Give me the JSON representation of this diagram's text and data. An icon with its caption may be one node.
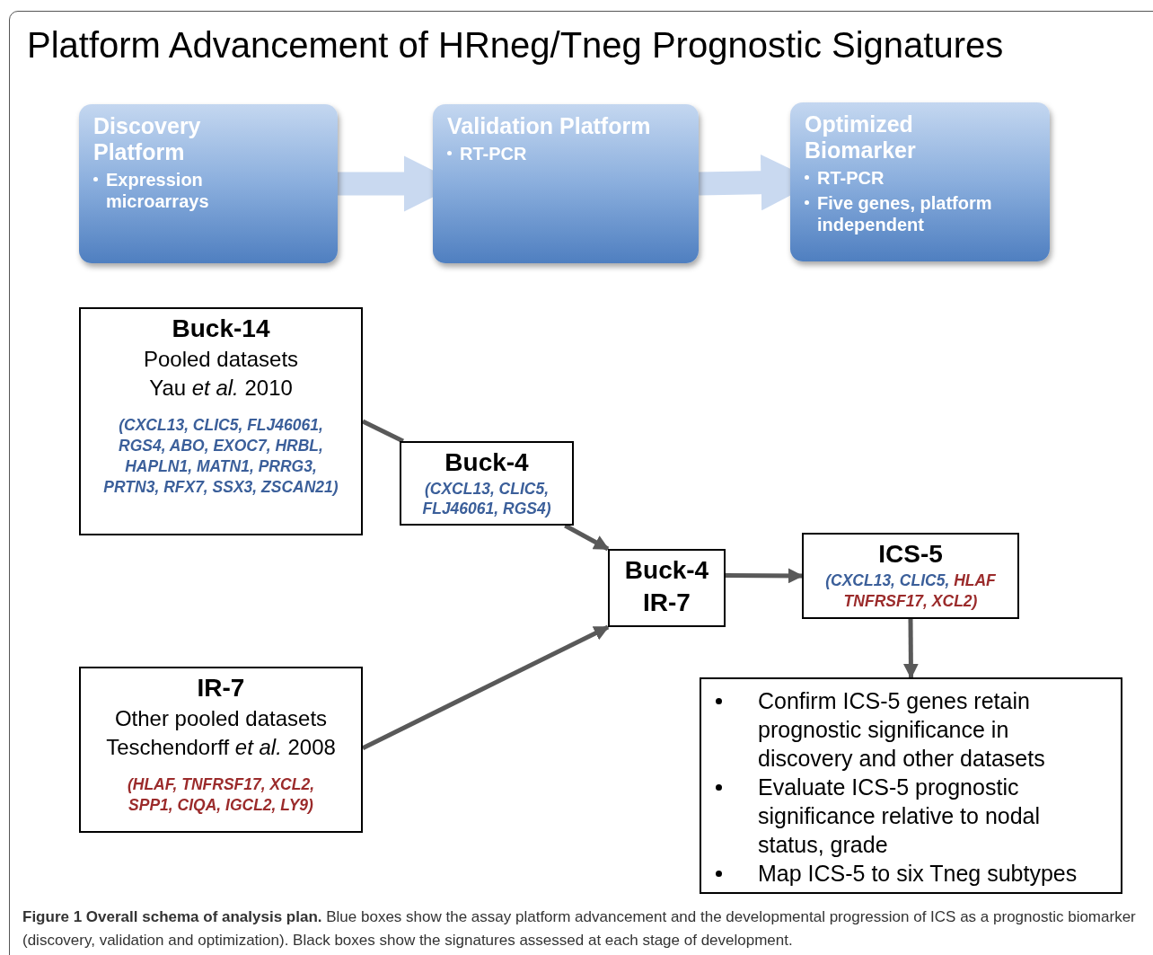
{
  "diagram": {
    "title": "Platform Advancement of HRneg/Tneg Prognostic Signatures",
    "caption": "**Figure 1 Overall schema of analysis plan.** Blue boxes show the assay platform advancement and the developmental progression of ICS as a prognostic biomarker (discovery, validation and optimization). Black boxes show the signatures assessed at each stage of development.",
    "nodes": [
      {
        "text": [
          "Discovery Platform",
          "Expression microarrays"
        ]
      },
      {
        "text": [
          "Validation Platform",
          "RT-PCR"
        ]
      },
      {
        "text": [
          "Optimized Biomarker",
          "RT-PCR",
          "Five genes, platform independent"
        ]
      },
      {
        "text": [
          "Buck-14",
          "Pooled datasets",
          "Yau *et al.* 2010",
          "(CXCL13, CLIC5, FLJ46061, RGS4, ABO, EXOC7, HRBL, HAPLN1, MATN1, PRRG3, PRTN3, RFX7, SSX3, ZSCAN21)"
        ]
      },
      {
        "text": [
          "Buck-4",
          "(CXCL13, CLIC5, FLJ46061, RGS4)"
        ]
      },
      {
        "text": [
          "Buck-4",
          "IR-7"
        ]
      },
      {
        "text": [
          "ICS-5",
          "(CXCL13, CLIC5,",
          "HLAF TNFRSF17, XCL2)"
        ]
      },
      {
        "text": [
          "IR-7",
          "Other pooled datasets",
          "Teschendorff *et al.* 2008",
          "(HLAF, TNFRSF17, XCL2, SPP1, CIQA, IGCL2, LY9)"
        ]
      },
      {
        "text": [
          "Confirm ICS-5 genes retain prognostic significance in discovery and other datasets",
          "Evaluate ICS-5 prognostic significance relative to nodal status, grade",
          "Map ICS-5 to six Tneg subtypes"
        ]
      }
    ],
    "edges": [
      {
        "from": 0,
        "to": 1,
        "arrow": "to",
        "style": "thick",
        "color": "#c9d9f0"
      },
      {
        "from": 1,
        "to": 2,
        "arrow": "to",
        "style": "thick",
        "color": "#c9d9f0"
      },
      {
        "from": 3,
        "to": 4,
        "arrow": "none"
      },
      {
        "from": 4,
        "to": 5,
        "arrow": "to"
      },
      {
        "from": 7,
        "to": 5,
        "arrow": "to"
      },
      {
        "from": 5,
        "to": 6,
        "arrow": "to"
      },
      {
        "from": 6,
        "to": 8,
        "arrow": "to"
      }
    ]
  }
}
